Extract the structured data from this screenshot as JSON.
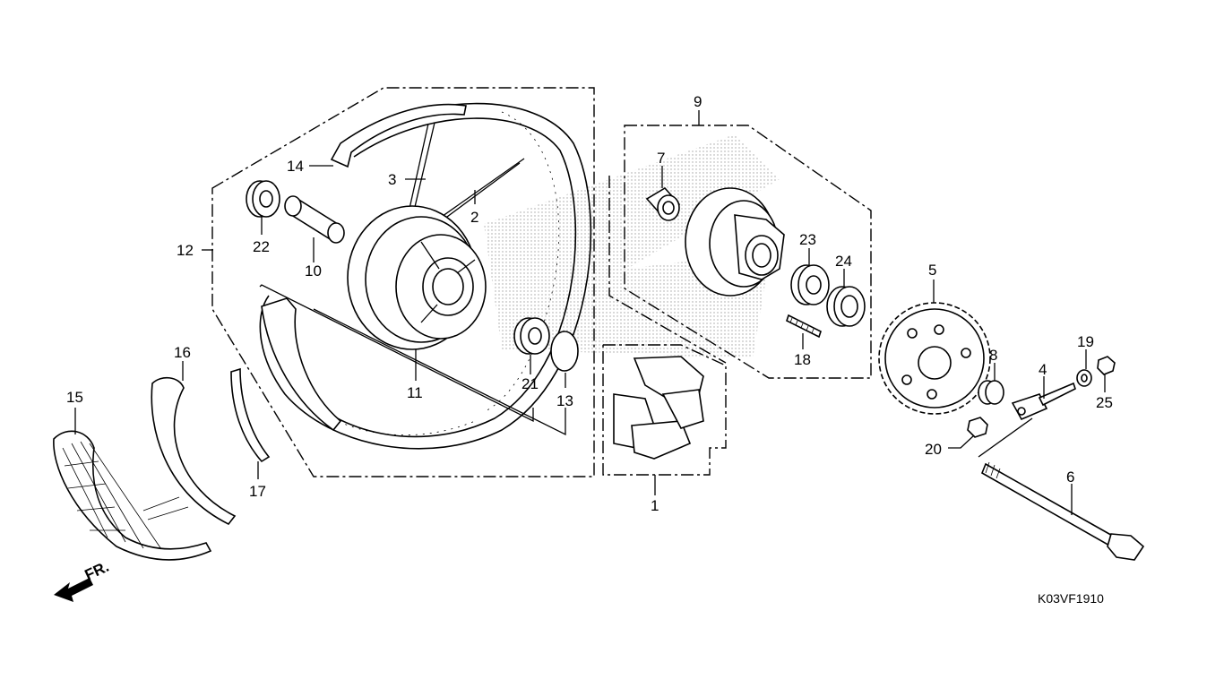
{
  "diagram": {
    "drawing_code": "K03VF1910",
    "direction_label": "FR.",
    "callouts": {
      "c1": "1",
      "c2": "2",
      "c3": "3",
      "c4": "4",
      "c5": "5",
      "c6": "6",
      "c7": "7",
      "c8": "8",
      "c9": "9",
      "c10": "10",
      "c11": "11",
      "c12": "12",
      "c13": "13",
      "c14": "14",
      "c15": "15",
      "c16": "16",
      "c17": "17",
      "c18": "18",
      "c19": "19",
      "c20": "20",
      "c21": "21",
      "c22": "22",
      "c23": "23",
      "c24": "24",
      "c25": "25"
    }
  }
}
